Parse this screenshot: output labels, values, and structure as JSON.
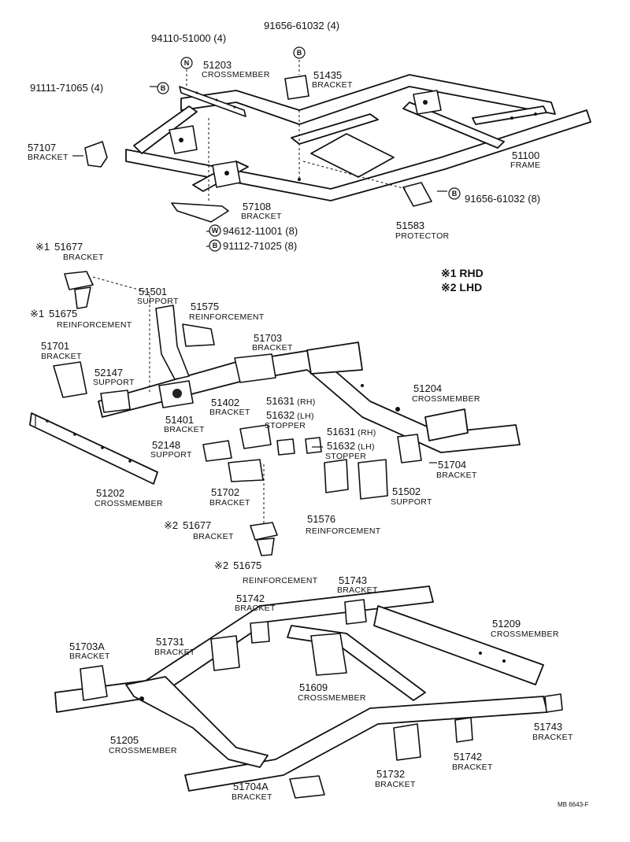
{
  "parts": {
    "p94110": {
      "num": "94110-51000 (4)"
    },
    "p91656a": {
      "num": "91656-61032 (4)"
    },
    "p51203": {
      "num": "51203",
      "desc": "CROSSMEMBER"
    },
    "p51435": {
      "num": "51435",
      "desc": "BRACKET"
    },
    "p91111": {
      "num": "91111-71065 (4)"
    },
    "p57107": {
      "num": "57107",
      "desc": "BRACKET"
    },
    "p51100": {
      "num": "51100",
      "desc": "FRAME"
    },
    "p57108": {
      "num": "57108",
      "desc": "BRACKET"
    },
    "p94612": {
      "num": "94612-11001 (8)"
    },
    "p91112": {
      "num": "91112-71025 (8)"
    },
    "p91656b": {
      "num": "91656-61032 (8)"
    },
    "p51583": {
      "num": "51583",
      "desc": "PROTECTOR"
    },
    "p51677a": {
      "mark": "※1",
      "num": "51677",
      "desc": "BRACKET"
    },
    "p51675a": {
      "mark": "※1",
      "num": "51675",
      "desc": "REINFORCEMENT"
    },
    "p51501": {
      "num": "51501",
      "desc": "SUPPORT"
    },
    "p51575": {
      "num": "51575",
      "desc": "REINFORCEMENT"
    },
    "p51703": {
      "num": "51703",
      "desc": "BRACKET"
    },
    "p51701": {
      "num": "51701",
      "desc": "BRACKET"
    },
    "p52147": {
      "num": "52147",
      "desc": "SUPPORT"
    },
    "p51204": {
      "num": "51204",
      "desc": "CROSSMEMBER"
    },
    "p51402": {
      "num": "51402",
      "desc": "BRACKET"
    },
    "p51631a": {
      "num": "51631",
      "side": "(RH)"
    },
    "p51632a": {
      "num": "51632",
      "side": "(LH)",
      "desc": "STOPPER"
    },
    "p51401": {
      "num": "51401",
      "desc": "BRACKET"
    },
    "p51631b": {
      "num": "51631",
      "side": "(RH)"
    },
    "p51632b": {
      "num": "51632",
      "side": "(LH)",
      "desc": "STOPPER"
    },
    "p52148": {
      "num": "52148",
      "desc": "SUPPORT"
    },
    "p51704": {
      "num": "51704",
      "desc": "BRACKET"
    },
    "p51202": {
      "num": "51202",
      "desc": "CROSSMEMBER"
    },
    "p51702": {
      "num": "51702",
      "desc": "BRACKET"
    },
    "p51502": {
      "num": "51502",
      "desc": "SUPPORT"
    },
    "p51576": {
      "num": "51576",
      "desc": "REINFORCEMENT"
    },
    "p51677b": {
      "mark": "※2",
      "num": "51677",
      "desc": "BRACKET"
    },
    "p51675b": {
      "mark": "※2",
      "num": "51675",
      "desc": "REINFORCEMENT"
    },
    "p51743a": {
      "num": "51743",
      "desc": "BRACKET"
    },
    "p51742a": {
      "num": "51742",
      "desc": "BRACKET"
    },
    "p51209": {
      "num": "51209",
      "desc": "CROSSMEMBER"
    },
    "p51703A": {
      "num": "51703A",
      "desc": "BRACKET"
    },
    "p51731": {
      "num": "51731",
      "desc": "BRACKET"
    },
    "p51609": {
      "num": "51609",
      "desc": "CROSSMEMBER"
    },
    "p51205": {
      "num": "51205",
      "desc": "CROSSMEMBER"
    },
    "p51743b": {
      "num": "51743",
      "desc": "BRACKET"
    },
    "p51742b": {
      "num": "51742",
      "desc": "BRACKET"
    },
    "p51732": {
      "num": "51732",
      "desc": "BRACKET"
    },
    "p51704A": {
      "num": "51704A",
      "desc": "BRACKET"
    }
  },
  "legend": {
    "rhd": "※1  RHD",
    "lhd": "※2  LHD"
  },
  "fastener_marks": {
    "n": "N",
    "b": "B",
    "w": "W"
  },
  "figure_code": "MB 6643-F"
}
